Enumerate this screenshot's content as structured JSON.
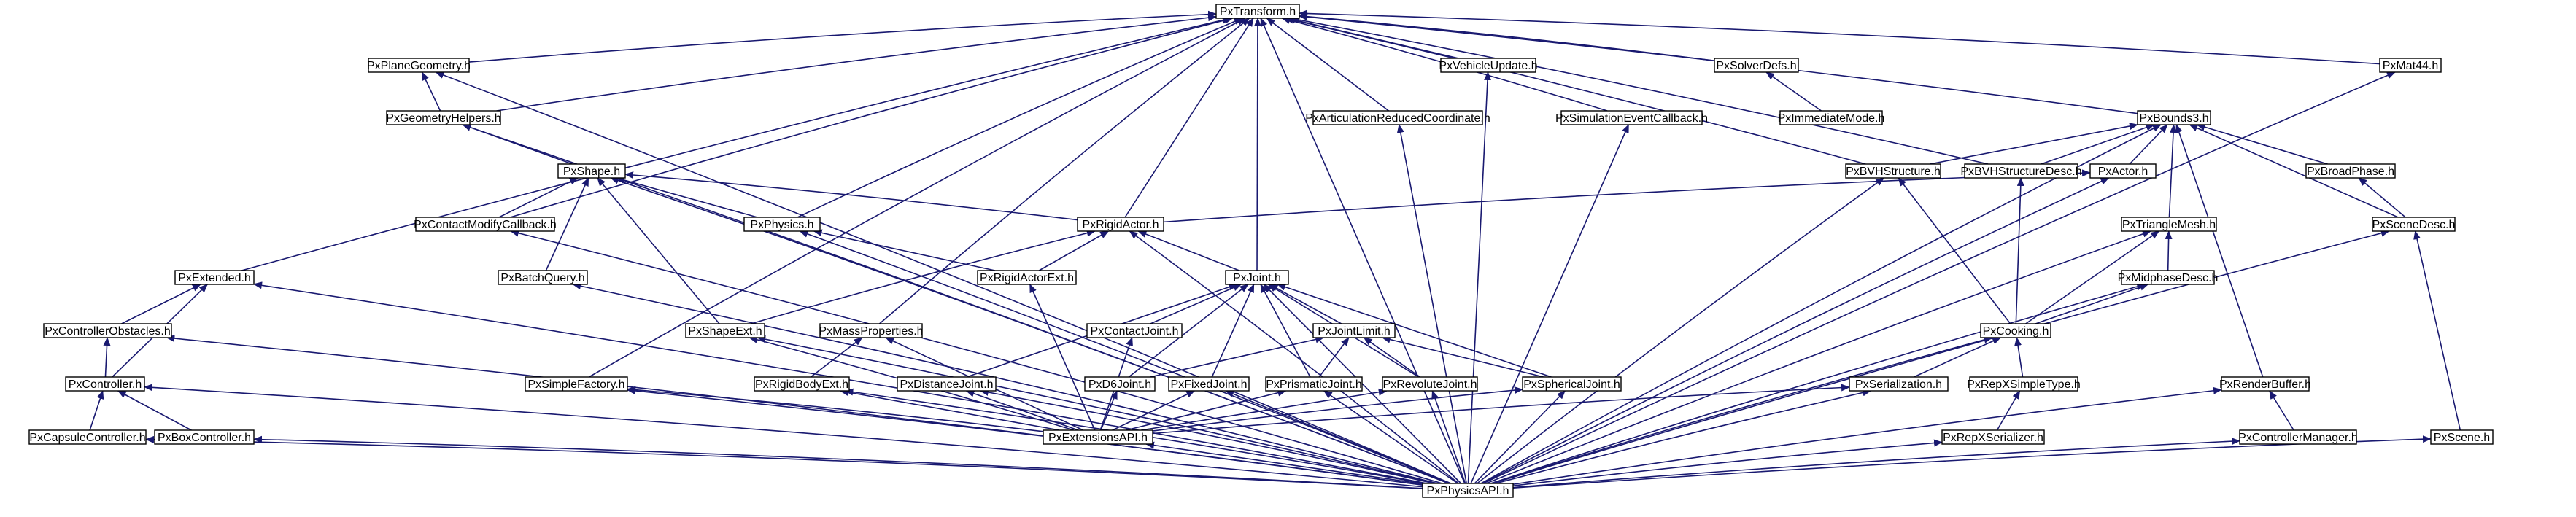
{
  "title": "PxTransform.h",
  "colors": {
    "edge": "#191970",
    "node_border": "#000000",
    "highlight_border": "#ff0000",
    "root_fill": "#bfbfbf"
  },
  "nodes": {
    "transform": {
      "label": "PxTransform.h",
      "style": "root"
    },
    "plane": {
      "label": "PxPlaneGeometry.h"
    },
    "geomhelpers": {
      "label": "PxGeometryHelpers.h"
    },
    "shape": {
      "label": "PxShape.h"
    },
    "contactmod": {
      "label": "PxContactModifyCallback.h"
    },
    "physics": {
      "label": "PxPhysics.h"
    },
    "rigidactor": {
      "label": "PxRigidActor.h",
      "style": "highlight"
    },
    "batchquery": {
      "label": "PxBatchQuery.h"
    },
    "shapeext": {
      "label": "PxShapeExt.h"
    },
    "rigidactorext": {
      "label": "PxRigidActorExt.h"
    },
    "extended": {
      "label": "PxExtended.h"
    },
    "ctrlobst": {
      "label": "PxControllerObstacles.h"
    },
    "controller": {
      "label": "PxController.h"
    },
    "capsule": {
      "label": "PxCapsuleController.h"
    },
    "box": {
      "label": "PxBoxController.h"
    },
    "simplefactory": {
      "label": "PxSimpleFactory.h"
    },
    "massprops": {
      "label": "PxMassProperties.h"
    },
    "rigidbodyext": {
      "label": "PxRigidBodyExt.h"
    },
    "joint": {
      "label": "PxJoint.h"
    },
    "contactjoint": {
      "label": "PxContactJoint.h"
    },
    "jointlimit": {
      "label": "PxJointLimit.h"
    },
    "distancejoint": {
      "label": "PxDistanceJoint.h"
    },
    "d6joint": {
      "label": "PxD6Joint.h"
    },
    "fixedjoint": {
      "label": "PxFixedJoint.h"
    },
    "prismatic": {
      "label": "PxPrismaticJoint.h"
    },
    "revolute": {
      "label": "PxRevoluteJoint.h"
    },
    "spherical": {
      "label": "PxSphericalJoint.h"
    },
    "extapi": {
      "label": "PxExtensionsAPI.h"
    },
    "vehicle": {
      "label": "PxVehicleUpdate.h"
    },
    "artic": {
      "label": "PxArticulationReducedCoordinate.h"
    },
    "simevent": {
      "label": "PxSimulationEventCallback.h"
    },
    "solverdefs": {
      "label": "PxSolverDefs.h"
    },
    "immediate": {
      "label": "PxImmediateMode.h"
    },
    "mat44": {
      "label": "PxMat44.h"
    },
    "bounds3": {
      "label": "PxBounds3.h"
    },
    "bvhstruct": {
      "label": "PxBVHStructure.h"
    },
    "bvhdesc": {
      "label": "PxBVHStructureDesc.h"
    },
    "actor": {
      "label": "PxActor.h"
    },
    "broadphase": {
      "label": "PxBroadPhase.h"
    },
    "trimesh": {
      "label": "PxTriangleMesh.h"
    },
    "scenedesc": {
      "label": "PxSceneDesc.h"
    },
    "midphase": {
      "label": "PxMidphaseDesc.h"
    },
    "cooking": {
      "label": "PxCooking.h"
    },
    "serialization": {
      "label": "PxSerialization.h"
    },
    "replsimple": {
      "label": "PxRepXSimpleType.h"
    },
    "replser": {
      "label": "PxRepXSerializer.h"
    },
    "renderbuf": {
      "label": "PxRenderBuffer.h"
    },
    "ctrlmgr": {
      "label": "PxControllerManager.h"
    },
    "scene": {
      "label": "PxScene.h",
      "style": "highlight"
    },
    "physicsapi": {
      "label": "PxPhysicsAPI.h"
    }
  },
  "edges": [
    [
      "plane",
      "transform"
    ],
    [
      "geomhelpers",
      "transform"
    ],
    [
      "contactmod",
      "transform"
    ],
    [
      "physics",
      "transform"
    ],
    [
      "rigidactor",
      "transform"
    ],
    [
      "joint",
      "transform"
    ],
    [
      "extended",
      "transform"
    ],
    [
      "simplefactory",
      "transform"
    ],
    [
      "massprops",
      "transform"
    ],
    [
      "vehicle",
      "transform"
    ],
    [
      "artic",
      "transform"
    ],
    [
      "simevent",
      "transform"
    ],
    [
      "solverdefs",
      "transform"
    ],
    [
      "mat44",
      "transform"
    ],
    [
      "bounds3",
      "transform"
    ],
    [
      "bvhstruct",
      "transform"
    ],
    [
      "bvhdesc",
      "transform"
    ],
    [
      "physicsapi",
      "transform"
    ],
    [
      "geomhelpers",
      "plane"
    ],
    [
      "physicsapi",
      "plane"
    ],
    [
      "shape",
      "geomhelpers"
    ],
    [
      "physicsapi",
      "geomhelpers"
    ],
    [
      "contactmod",
      "shape"
    ],
    [
      "physics",
      "shape"
    ],
    [
      "rigidactor",
      "shape"
    ],
    [
      "batchquery",
      "shape"
    ],
    [
      "shapeext",
      "shape"
    ],
    [
      "physicsapi",
      "shape"
    ],
    [
      "physicsapi",
      "contactmod"
    ],
    [
      "rigidactorext",
      "physics"
    ],
    [
      "physicsapi",
      "physics"
    ],
    [
      "shapeext",
      "rigidactor"
    ],
    [
      "rigidactorext",
      "rigidactor"
    ],
    [
      "joint",
      "rigidactor"
    ],
    [
      "physicsapi",
      "rigidactor"
    ],
    [
      "physicsapi",
      "batchquery"
    ],
    [
      "extapi",
      "shapeext"
    ],
    [
      "physicsapi",
      "shapeext"
    ],
    [
      "extapi",
      "rigidactorext"
    ],
    [
      "ctrlobst",
      "extended"
    ],
    [
      "controller",
      "extended"
    ],
    [
      "physicsapi",
      "extended"
    ],
    [
      "controller",
      "ctrlobst"
    ],
    [
      "physicsapi",
      "ctrlobst"
    ],
    [
      "capsule",
      "controller"
    ],
    [
      "box",
      "controller"
    ],
    [
      "physicsapi",
      "controller"
    ],
    [
      "physicsapi",
      "capsule"
    ],
    [
      "physicsapi",
      "box"
    ],
    [
      "extapi",
      "simplefactory"
    ],
    [
      "physicsapi",
      "simplefactory"
    ],
    [
      "rigidbodyext",
      "massprops"
    ],
    [
      "extapi",
      "massprops"
    ],
    [
      "extapi",
      "rigidbodyext"
    ],
    [
      "physicsapi",
      "rigidbodyext"
    ],
    [
      "contactjoint",
      "joint"
    ],
    [
      "jointlimit",
      "joint"
    ],
    [
      "distancejoint",
      "joint"
    ],
    [
      "d6joint",
      "joint"
    ],
    [
      "fixedjoint",
      "joint"
    ],
    [
      "prismatic",
      "joint"
    ],
    [
      "revolute",
      "joint"
    ],
    [
      "spherical",
      "joint"
    ],
    [
      "physicsapi",
      "joint"
    ],
    [
      "extapi",
      "contactjoint"
    ],
    [
      "d6joint",
      "jointlimit"
    ],
    [
      "prismatic",
      "jointlimit"
    ],
    [
      "revolute",
      "jointlimit"
    ],
    [
      "spherical",
      "jointlimit"
    ],
    [
      "extapi",
      "distancejoint"
    ],
    [
      "physicsapi",
      "distancejoint"
    ],
    [
      "extapi",
      "d6joint"
    ],
    [
      "extapi",
      "fixedjoint"
    ],
    [
      "physicsapi",
      "fixedjoint"
    ],
    [
      "extapi",
      "prismatic"
    ],
    [
      "physicsapi",
      "prismatic"
    ],
    [
      "extapi",
      "revolute"
    ],
    [
      "physicsapi",
      "revolute"
    ],
    [
      "extapi",
      "spherical"
    ],
    [
      "physicsapi",
      "spherical"
    ],
    [
      "physicsapi",
      "extapi"
    ],
    [
      "physicsapi",
      "vehicle"
    ],
    [
      "physicsapi",
      "artic"
    ],
    [
      "physicsapi",
      "simevent"
    ],
    [
      "immediate",
      "solverdefs"
    ],
    [
      "physicsapi",
      "mat44"
    ],
    [
      "bvhstruct",
      "bounds3"
    ],
    [
      "bvhdesc",
      "bounds3"
    ],
    [
      "actor",
      "bounds3"
    ],
    [
      "broadphase",
      "bounds3"
    ],
    [
      "trimesh",
      "bounds3"
    ],
    [
      "scenedesc",
      "bounds3"
    ],
    [
      "renderbuf",
      "bounds3"
    ],
    [
      "physicsapi",
      "bounds3"
    ],
    [
      "cooking",
      "bvhstruct"
    ],
    [
      "physicsapi",
      "bvhstruct"
    ],
    [
      "cooking",
      "bvhdesc"
    ],
    [
      "rigidactor",
      "actor"
    ],
    [
      "physicsapi",
      "actor"
    ],
    [
      "scenedesc",
      "broadphase"
    ],
    [
      "midphase",
      "trimesh"
    ],
    [
      "cooking",
      "trimesh"
    ],
    [
      "physicsapi",
      "trimesh"
    ],
    [
      "scene",
      "scenedesc"
    ],
    [
      "physicsapi",
      "scenedesc"
    ],
    [
      "cooking",
      "midphase"
    ],
    [
      "physicsapi",
      "midphase"
    ],
    [
      "serialization",
      "cooking"
    ],
    [
      "replsimple",
      "cooking"
    ],
    [
      "physicsapi",
      "cooking"
    ],
    [
      "extapi",
      "serialization"
    ],
    [
      "physicsapi",
      "serialization"
    ],
    [
      "replser",
      "replsimple"
    ],
    [
      "physicsapi",
      "replser"
    ],
    [
      "ctrlmgr",
      "renderbuf"
    ],
    [
      "physicsapi",
      "renderbuf"
    ],
    [
      "physicsapi",
      "ctrlmgr"
    ],
    [
      "physicsapi",
      "scene"
    ]
  ]
}
